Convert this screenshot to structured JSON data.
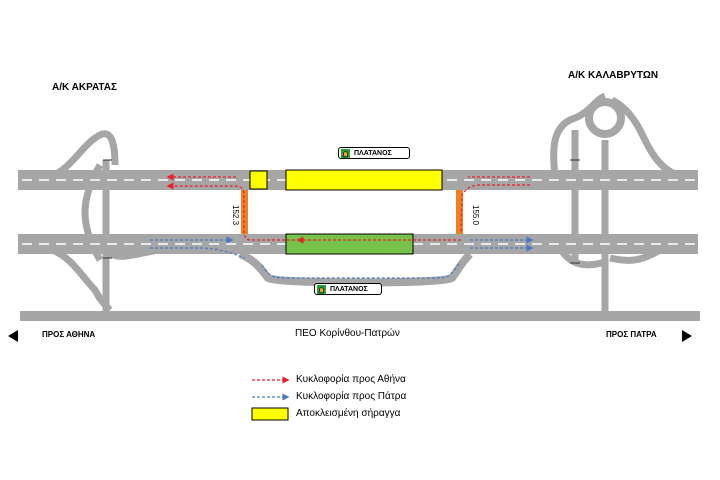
{
  "interchanges": {
    "left": "Α/Κ ΑΚΡΑΤΑΣ",
    "right": "Α/Κ ΚΑΛΑΒΡΥΤΩΝ"
  },
  "tunnel_signs": {
    "top": "ΠΛΑΤΑΝΟΣ",
    "bottom": "ΠΛΑΤΑΝΟΣ"
  },
  "km_markers": {
    "left": "152.3",
    "right": "155.0"
  },
  "old_road": {
    "label": "ΠΕΟ Κορίνθου-Πατρών",
    "to_left": "ΠΡΟΣ ΑΘΗΝΑ",
    "to_right": "ΠΡΟΣ ΠΑΤΡΑ"
  },
  "legend": {
    "athens": "Κυκλοφορία προς Αθήνα",
    "patra": "Κυκλοφορία προς Πάτρα",
    "closed": "Αποκλεισμένη σήραγγα"
  },
  "colors": {
    "road": "#a6a6a6",
    "lane_line": "#ffffff",
    "closed_tunnel": "#ffff00",
    "open_tunnel": "#77c24a",
    "crossover": "#f07f25",
    "athens_traffic": "#e8202a",
    "patra_traffic": "#4a78c8"
  }
}
